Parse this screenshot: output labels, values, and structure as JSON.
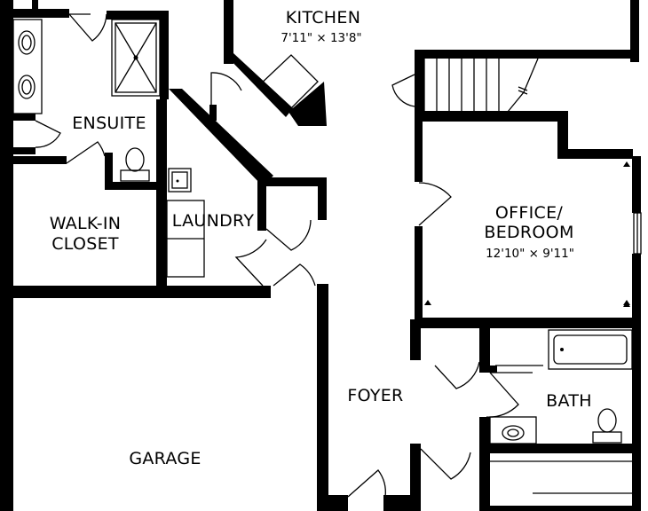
{
  "rooms": {
    "kitchen": {
      "name": "KITCHEN",
      "size": "7'11\" × 13'8\""
    },
    "ensuite": {
      "name": "ENSUITE"
    },
    "walk_in_closet": {
      "line1": "WALK-IN",
      "line2": "CLOSET"
    },
    "laundry": {
      "name": "LAUNDRY"
    },
    "office_bedroom": {
      "line1": "OFFICE/",
      "line2": "BEDROOM",
      "size": "12'10\" × 9'11\""
    },
    "foyer": {
      "name": "FOYER"
    },
    "bath": {
      "name": "BATH"
    },
    "garage": {
      "name": "GARAGE"
    }
  }
}
